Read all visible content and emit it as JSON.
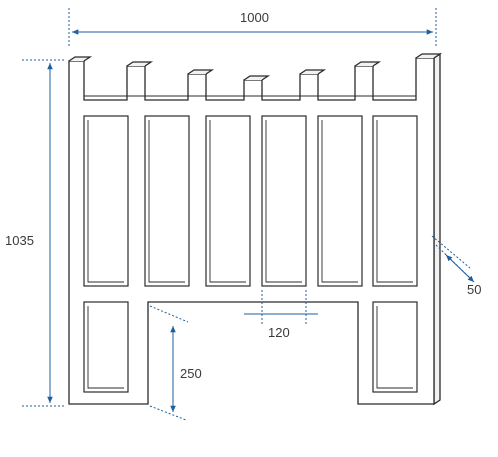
{
  "drawing": {
    "subject": "fence-panel",
    "line_color": "#2b2b2b",
    "dimension_color": "#1f5fa0",
    "dimensions": {
      "width": "1000",
      "height": "1035",
      "post_gap": "250",
      "bar_width": "120",
      "depth": "50"
    }
  }
}
